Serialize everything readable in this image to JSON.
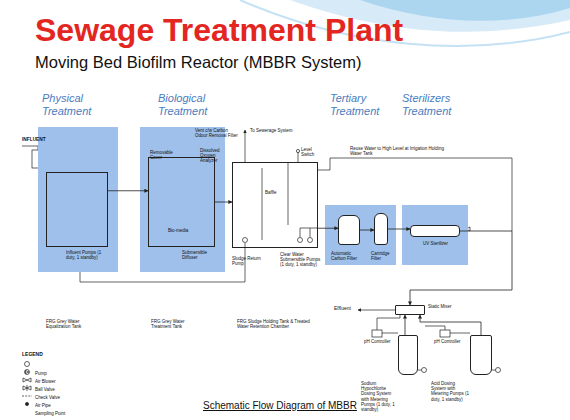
{
  "diagram": {
    "title": "Sewage Treatment Plant",
    "caption": "Schematic Flow Diagram of MBBR",
    "nodes": [
      {
        "text": [
          "Physical Treatment"
        ]
      },
      {
        "text": [
          "FRG Grey Water Equalization Tank"
        ],
        "in": 0
      },
      {
        "text": [
          "Biological Treatment"
        ]
      },
      {
        "text": [
          "FRG Grey Water Treatment Tank"
        ],
        "in": 2
      },
      {
        "text": [
          "FRG Sludge Holding Tank & Treated Water Retention Chamber"
        ]
      },
      {
        "text": [
          "Tertiary Treatment"
        ]
      },
      {
        "text": [
          "Automatic Carbon Filter"
        ],
        "in": 5
      },
      {
        "text": [
          "Cartridge Filter"
        ],
        "in": 5
      },
      {
        "text": [
          "Sterilizers Treatment"
        ]
      },
      {
        "text": [
          "UV Sterilizer"
        ],
        "in": 8
      },
      {
        "text": [
          "Static Mixer"
        ]
      },
      {
        "text": [
          "Sodium Hypochlorite Dosing System with Metering Pumps (1 duty, 1 standby)"
        ]
      },
      {
        "text": [
          "Acid Dosing System with Metering Pumps (1 duty, 1 standby)"
        ]
      }
    ],
    "edges": [
      {
        "from": 1,
        "to": 3,
        "arrow": "to"
      },
      {
        "from": 3,
        "to": 4,
        "arrow": "to"
      },
      {
        "from": 4,
        "to": 6,
        "arrow": "to"
      },
      {
        "from": 6,
        "to": 7,
        "arrow": "to"
      },
      {
        "from": 7,
        "to": 9,
        "arrow": "to"
      },
      {
        "from": 9,
        "to": 10,
        "arrow": "to"
      },
      {
        "from": 11,
        "to": 10,
        "arrow": "to"
      },
      {
        "from": 12,
        "to": 10,
        "arrow": "to"
      }
    ],
    "labels": [
      "Moving Bed Biofilm Reactor (MBBR System)",
      "INFLUENT",
      "Influent Pumps (1 duty, 1 standby)",
      "Vent c/w Carbon Odour Removal Filter",
      "Removable Cover",
      "Dissolved Oxygen Analyzer",
      "Submersible Diffuser",
      "Bio-media",
      "Sludge Return Pump",
      "To Sewerage System",
      "Baffle",
      "Level Switch",
      "Clear Water Submersible Pumps (1 duty, 1 standby)",
      "Reuse Water to High Level at Irrigation Holding Water Tank",
      "Effluent",
      "pH Controller",
      "pH Controller",
      "LEGEND"
    ],
    "legend": [
      {
        "text": "Pump"
      },
      {
        "text": "Air Blower"
      },
      {
        "text": "Ball Valve"
      },
      {
        "text": "Check Valve"
      },
      {
        "text": "Air Pipe"
      },
      {
        "text": "Sampling Point"
      }
    ]
  }
}
